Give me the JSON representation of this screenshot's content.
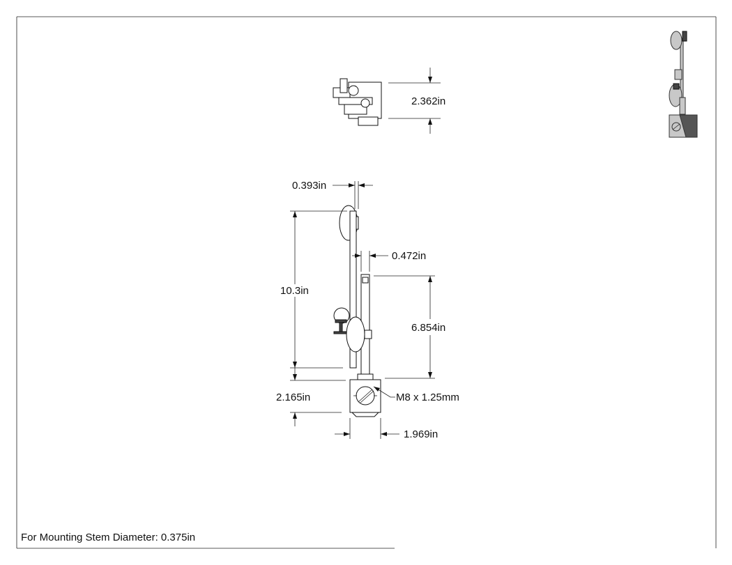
{
  "drawing": {
    "dimensions": {
      "top_view_height": "2.362in",
      "stem_width": "0.393in",
      "rod_width": "0.472in",
      "overall_height": "10.3in",
      "post_height": "6.854in",
      "base_height": "2.165in",
      "thread": "M8 x 1.25mm",
      "base_width": "1.969in"
    },
    "note": "For Mounting Stem Diameter: 0.375in"
  }
}
